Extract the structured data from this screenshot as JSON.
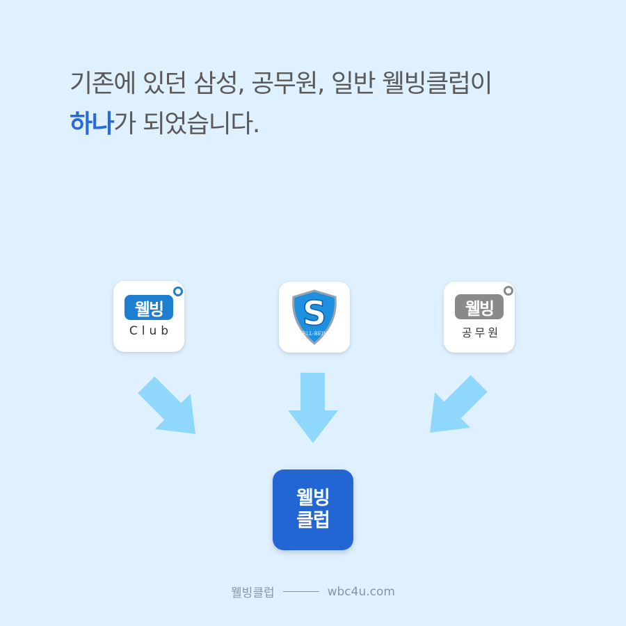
{
  "headline": {
    "line1": "기존에 있던 삼성, 공무원, 일반 웰빙클럽이",
    "line2_highlight": "하나",
    "line2_rest": "가 되었습니다."
  },
  "apps": [
    {
      "logo_text": "웰빙",
      "sub": "Club",
      "color": "#1e7fd0"
    },
    {
      "logo_text": "S",
      "sub": "WELL-BEING",
      "color": "#1f8fe0"
    },
    {
      "logo_text": "웰빙",
      "sub": "공무원",
      "color": "#8a8a8a"
    }
  ],
  "result": {
    "line1": "웰빙",
    "line2": "클럽",
    "color": "#2266d4"
  },
  "arrow_color": "#8fd8fb",
  "footer": {
    "brand": "웰빙클럽",
    "url": "wbc4u.com"
  }
}
